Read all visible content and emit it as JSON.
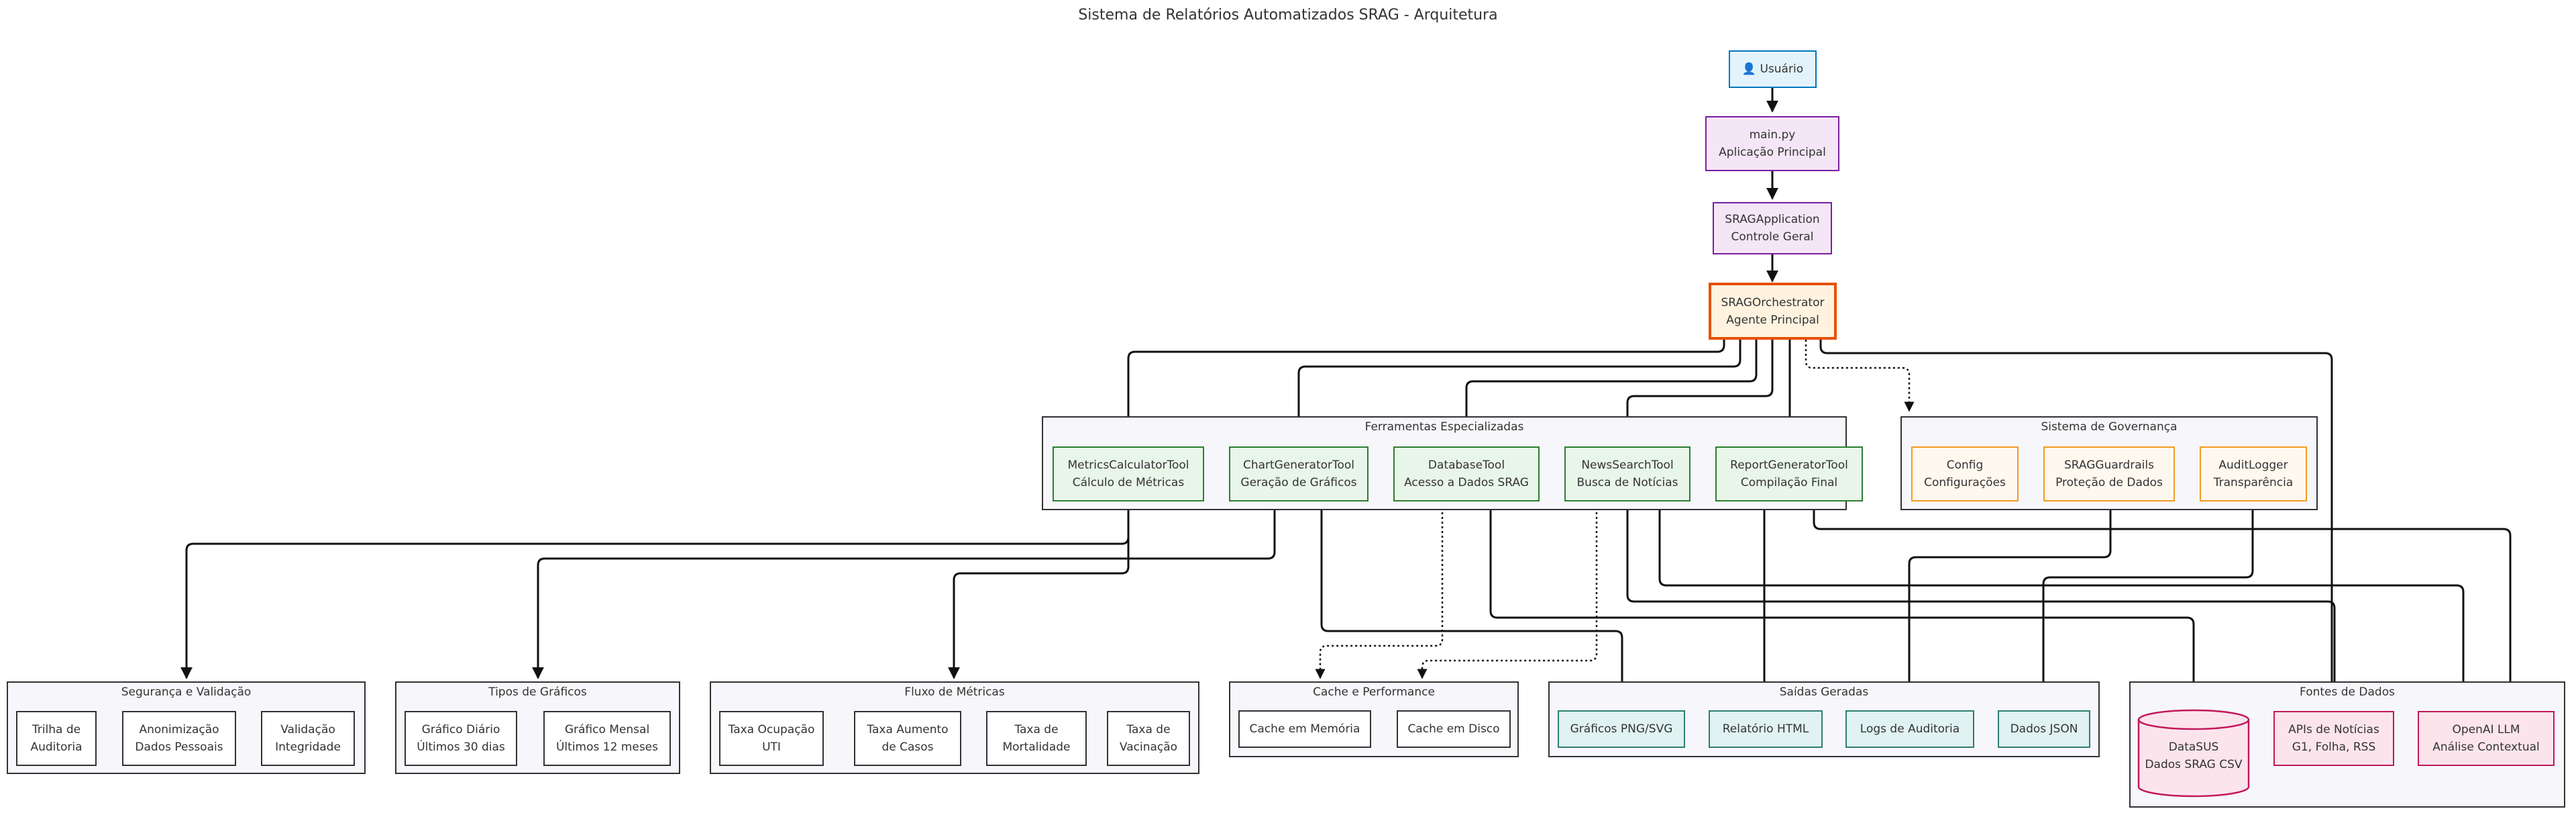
{
  "title": "Sistema de Relatórios Automatizados SRAG - Arquitetura",
  "nodes": {
    "user": {
      "icon": "👤",
      "label": "Usuário"
    },
    "main": {
      "line1": "main.py",
      "line2": "Aplicação Principal"
    },
    "app": {
      "line1": "SRAGApplication",
      "line2": "Controle Geral"
    },
    "orch": {
      "line1": "SRAGOrchestrator",
      "line2": "Agente Principal"
    }
  },
  "clusters": {
    "tools": {
      "label": "Ferramentas Especializadas",
      "items": [
        {
          "line1": "MetricsCalculatorTool",
          "line2": "Cálculo de Métricas"
        },
        {
          "line1": "ChartGeneratorTool",
          "line2": "Geração de Gráficos"
        },
        {
          "line1": "DatabaseTool",
          "line2": "Acesso a Dados SRAG"
        },
        {
          "line1": "NewsSearchTool",
          "line2": "Busca de Notícias"
        },
        {
          "line1": "ReportGeneratorTool",
          "line2": "Compilação Final"
        }
      ]
    },
    "governance": {
      "label": "Sistema de Governança",
      "items": [
        {
          "line1": "Config",
          "line2": "Configurações"
        },
        {
          "line1": "SRAGGuardrails",
          "line2": "Proteção de Dados"
        },
        {
          "line1": "AuditLogger",
          "line2": "Transparência"
        }
      ]
    },
    "security": {
      "label": "Segurança e Validação",
      "items": [
        {
          "line1": "Trilha de",
          "line2": "Auditoria"
        },
        {
          "line1": "Anonimização",
          "line2": "Dados Pessoais"
        },
        {
          "line1": "Validação",
          "line2": "Integridade"
        }
      ]
    },
    "charts": {
      "label": "Tipos de Gráficos",
      "items": [
        {
          "line1": "Gráfico Diário",
          "line2": "Últimos 30 dias"
        },
        {
          "line1": "Gráfico Mensal",
          "line2": "Últimos 12 meses"
        }
      ]
    },
    "metrics": {
      "label": "Fluxo de Métricas",
      "items": [
        {
          "line1": "Taxa Ocupação",
          "line2": "UTI"
        },
        {
          "line1": "Taxa Aumento",
          "line2": "de Casos"
        },
        {
          "line1": "Taxa de",
          "line2": "Mortalidade"
        },
        {
          "line1": "Taxa de",
          "line2": "Vacinação"
        }
      ]
    },
    "cache": {
      "label": "Cache e Performance",
      "items": [
        {
          "line1": "Cache em Memória",
          "line2": ""
        },
        {
          "line1": "Cache em Disco",
          "line2": ""
        }
      ]
    },
    "outputs": {
      "label": "Saídas Geradas",
      "items": [
        {
          "line1": "Gráficos PNG/SVG",
          "line2": ""
        },
        {
          "line1": "Relatório HTML",
          "line2": ""
        },
        {
          "line1": "Logs de Auditoria",
          "line2": ""
        },
        {
          "line1": "Dados JSON",
          "line2": ""
        }
      ]
    },
    "sources": {
      "label": "Fontes de Dados",
      "items": [
        {
          "line1": "DataSUS",
          "line2": "Dados SRAG CSV"
        },
        {
          "line1": "APIs de Notícias",
          "line2": "G1, Folha, RSS"
        },
        {
          "line1": "OpenAI LLM",
          "line2": "Análise Contextual"
        }
      ]
    }
  },
  "colors": {
    "user_border": "#0277bd",
    "core_border": "#7b1fa2",
    "orchestrator_border": "#e65100",
    "tool_border": "#2e7d32",
    "governance_border": "#f59a23",
    "output_border": "#2e7d73",
    "source_border": "#c2185b"
  }
}
